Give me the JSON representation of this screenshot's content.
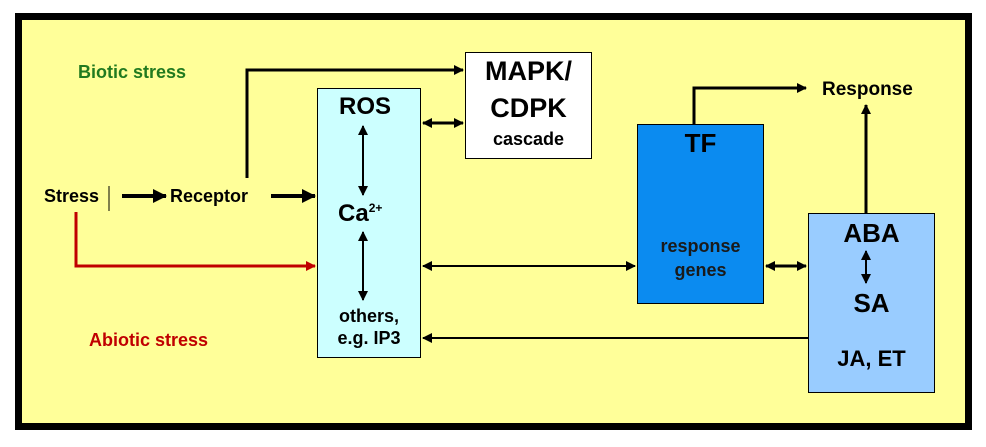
{
  "labels": {
    "biotic": "Biotic stress",
    "abiotic": "Abiotic stress",
    "stress": "Stress",
    "receptor": "Receptor",
    "response": "Response"
  },
  "boxes": {
    "second_messengers": {
      "ros": "ROS",
      "ca": "Ca",
      "ca_sup": "2+",
      "others_1": "others,",
      "others_2": "e.g. IP3"
    },
    "mapk": {
      "line1": "MAPK/",
      "line2": "CDPK",
      "line3": "cascade"
    },
    "tf": {
      "title": "TF",
      "sub1": "response",
      "sub2": "genes"
    },
    "hormones": {
      "aba": "ABA",
      "sa": "SA",
      "ja_et": "JA, ET"
    }
  },
  "colors": {
    "background": "#ffff99",
    "biotic_text": "#217a1f",
    "abiotic_text": "#c00000",
    "abiotic_arrow": "#c00000",
    "messenger_box": "#ccffff",
    "mapk_box": "#ffffff",
    "tf_box": "#0b8bf0",
    "hormone_box": "#99ccff"
  }
}
